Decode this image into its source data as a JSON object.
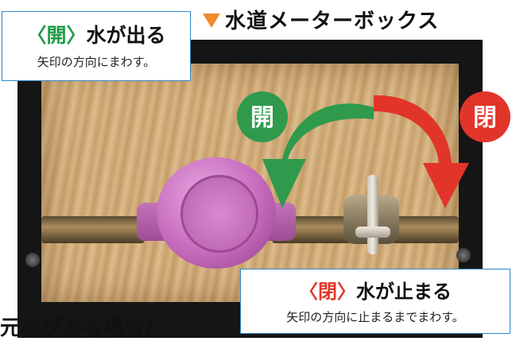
{
  "header": {
    "title": "水道メーターボックス",
    "marker_color": "#f08a2c"
  },
  "open_callout": {
    "bracket_label": "〈開〉",
    "main_text": "水が出る",
    "sub_text": "矢印の方向にまわす。",
    "accent_color": "#1f9a46"
  },
  "close_callout": {
    "bracket_label": "〈閉〉",
    "main_text": "水が止まる",
    "sub_text": "矢印の方向に止まるまでまわす。",
    "accent_color": "#e2352a"
  },
  "open_badge": {
    "label": "開",
    "color": "#2f9a4c"
  },
  "close_badge": {
    "label": "閉",
    "color": "#e2352a"
  },
  "bottom_heading": {
    "text": "元栓がある場合）"
  },
  "callout_border_color": "#2f87c7"
}
